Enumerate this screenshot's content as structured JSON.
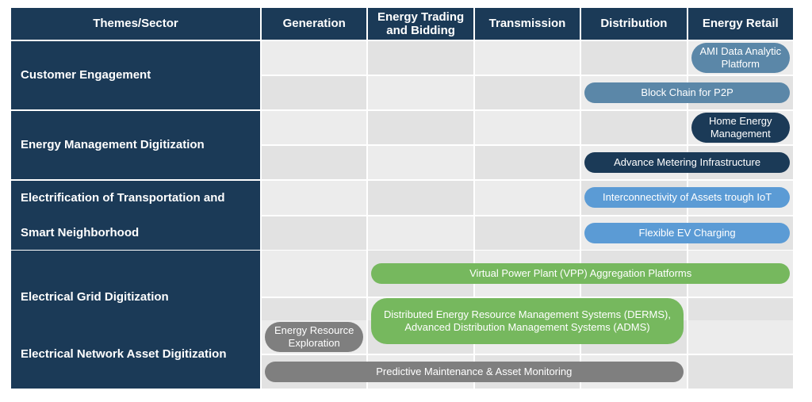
{
  "colors": {
    "navy": "#1b3a57",
    "navy_pill": "#1b3a57",
    "steel_blue": "#5b87a8",
    "light_blue": "#5b9bd5",
    "green": "#76b85e",
    "gray": "#7f7f7f",
    "cell_light": "#ececec",
    "cell_dark": "#e2e2e2"
  },
  "table": {
    "corner_header": "Themes/Sector",
    "column_headers": [
      "Generation",
      "Energy Trading and Bidding",
      "Transmission",
      "Distribution",
      "Energy Retail"
    ],
    "rows": [
      {
        "theme": "Customer Engagement"
      },
      {
        "theme": "Energy Management Digitization"
      },
      {
        "theme": "Electrification of Transportation and Smart Neighborhood"
      },
      {
        "theme": "Electrical Grid Digitization"
      },
      {
        "theme": "Electrical Network Asset Digitization"
      }
    ],
    "pills": [
      {
        "label": "AMI Data Analytic Platform",
        "row": "Customer Engagement",
        "columns": [
          "Energy Retail"
        ],
        "color": "steel_blue"
      },
      {
        "label": "Block Chain for P2P",
        "row": "Customer Engagement",
        "columns": [
          "Distribution",
          "Energy Retail"
        ],
        "color": "steel_blue"
      },
      {
        "label": "Home Energy Management",
        "row": "Energy Management Digitization",
        "columns": [
          "Energy Retail"
        ],
        "color": "navy"
      },
      {
        "label": "Advance Metering Infrastructure",
        "row": "Energy Management Digitization",
        "columns": [
          "Distribution",
          "Energy Retail"
        ],
        "color": "navy"
      },
      {
        "label": "Interconnectivity of Assets trough IoT",
        "row": "Electrification of Transportation and Smart Neighborhood",
        "columns": [
          "Distribution",
          "Energy Retail"
        ],
        "color": "light_blue"
      },
      {
        "label": "Flexible EV Charging",
        "row": "Electrification of Transportation and Smart Neighborhood",
        "columns": [
          "Distribution",
          "Energy Retail"
        ],
        "color": "light_blue"
      },
      {
        "label": "Virtual Power Plant (VPP) Aggregation Platforms",
        "row": "Electrical Grid Digitization",
        "columns": [
          "Energy Trading and Bidding",
          "Transmission",
          "Distribution",
          "Energy Retail"
        ],
        "color": "green"
      },
      {
        "label": "Distributed Energy Resource Management Systems (DERMS), Advanced Distribution Management Systems (ADMS)",
        "row": "Electrical Grid Digitization",
        "columns": [
          "Energy Trading and Bidding",
          "Transmission",
          "Distribution"
        ],
        "color": "green"
      },
      {
        "label": "Energy Resource Exploration",
        "row": "Electrical Network Asset Digitization",
        "columns": [
          "Generation"
        ],
        "color": "gray"
      },
      {
        "label": "Predictive Maintenance & Asset Monitoring",
        "row": "Electrical Network Asset Digitization",
        "columns": [
          "Generation",
          "Energy Trading and Bidding",
          "Transmission",
          "Distribution"
        ],
        "color": "gray"
      }
    ]
  }
}
